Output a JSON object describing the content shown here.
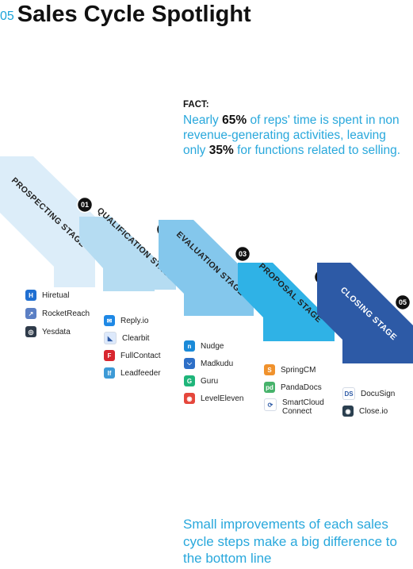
{
  "header": {
    "number": "05",
    "title": "Sales Cycle Spotlight"
  },
  "fact": {
    "label": "FACT:",
    "pre": "Nearly ",
    "pct1": "65%",
    "mid": " of reps' time is spent in non revenue-generating activities, leaving only ",
    "pct2": "35%",
    "post": " for functions related to selling."
  },
  "stages": [
    {
      "number": "01",
      "label": "PROSPECTING STAGE",
      "color": "#dcedf9"
    },
    {
      "number": "02",
      "label": "QUALIFICATION STAGE",
      "color": "#b5dcf2"
    },
    {
      "number": "03",
      "label": "EVALUATION STAGE",
      "color": "#84c7ec"
    },
    {
      "number": "04",
      "label": "PROPOSAL STAGE",
      "color": "#2fb2e6"
    },
    {
      "number": "05",
      "label": "CLOSING STAGE",
      "color": "#2d5aa6"
    }
  ],
  "tools": [
    [
      {
        "name": "Hiretual",
        "icon": "hiretual-icon",
        "color": "#1f6fd1"
      },
      {
        "name": "RocketReach",
        "icon": "rocket-icon",
        "color": "#5b7fc4"
      },
      {
        "name": "Yesdata",
        "icon": "yesdata-icon",
        "color": "#2f3b4a"
      }
    ],
    [
      {
        "name": "Reply.io",
        "icon": "mail-icon",
        "color": "#1e88e5"
      },
      {
        "name": "Clearbit",
        "icon": "clearbit-icon",
        "color": "#dde9fb"
      },
      {
        "name": "FullContact",
        "icon": "fullcontact-icon",
        "color": "#d8262f"
      },
      {
        "name": "Leadfeeder",
        "icon": "leadfeeder-icon",
        "color": "#3d9ad6"
      }
    ],
    [
      {
        "name": "Nudge",
        "icon": "nudge-icon",
        "color": "#1a8ad8"
      },
      {
        "name": "Madkudu",
        "icon": "madkudu-icon",
        "color": "#2d6fc7"
      },
      {
        "name": "Guru",
        "icon": "guru-icon",
        "color": "#1fb57a"
      },
      {
        "name": "LevelEleven",
        "icon": "leveleleven-icon",
        "color": "#e5473c"
      }
    ],
    [
      {
        "name": "SpringCM",
        "icon": "springcm-icon",
        "color": "#f0922d"
      },
      {
        "name": "PandaDocs",
        "icon": "pandadoc-icon",
        "color": "#47b36b"
      },
      {
        "name": "SmartCloud Connect",
        "icon": "smartcloud-icon",
        "color": "#ffffff"
      }
    ],
    [
      {
        "name": "DocuSign",
        "icon": "docusign-icon",
        "color": "#ffffff"
      },
      {
        "name": "Close.io",
        "icon": "closeio-icon",
        "color": "#2a3f4f"
      }
    ]
  ],
  "footer": "Small improvements of each sales cycle steps make a big difference to the bottom line"
}
